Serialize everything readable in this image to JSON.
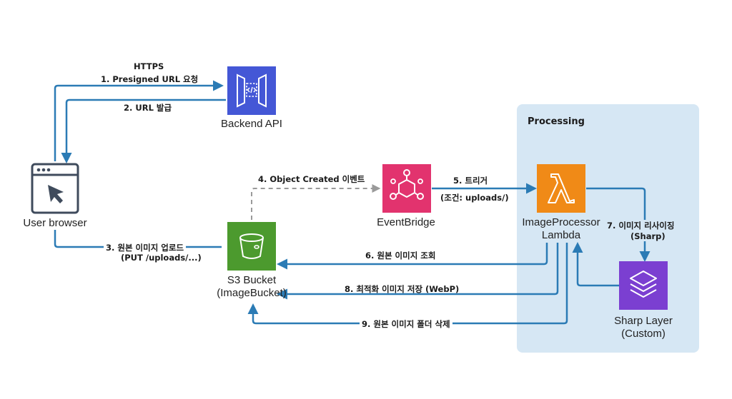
{
  "group": {
    "title": "Processing"
  },
  "nodes": {
    "user_browser": "User browser",
    "backend_api": "Backend API",
    "s3_bucket": "S3 Bucket\n(ImageBucket)",
    "eventbridge": "EventBridge",
    "lambda": "ImageProcessor\nLambda",
    "sharp_layer": "Sharp Layer\n(Custom)"
  },
  "edges": {
    "https": "HTTPS",
    "e1": "1. Presigned URL 요청",
    "e2": "2. URL 발급",
    "e3a": "3. 원본 이미지 업로드",
    "e3b": "(PUT /uploads/...)",
    "e4": "4. Object Created 이벤트",
    "e5a": "5. 트리거",
    "e5b": "(조건: uploads/)",
    "e6": "6. 원본 이미지 조회",
    "e7a": "7. 이미지 리사이징",
    "e7b": "(Sharp)",
    "e8": "8. 최적화 이미지 저장 (WebP)",
    "e9": "9. 원본 이미지 폴더 삭제"
  },
  "colors": {
    "arrow": "#2b7bb5",
    "dashed": "#9a9a9a",
    "api_gateway": "#4457d6",
    "s3": "#4c9a2e",
    "eventbridge": "#e2336e",
    "lambda": "#f08a17",
    "layer": "#7b3fd1",
    "group": "#d6e7f4"
  }
}
